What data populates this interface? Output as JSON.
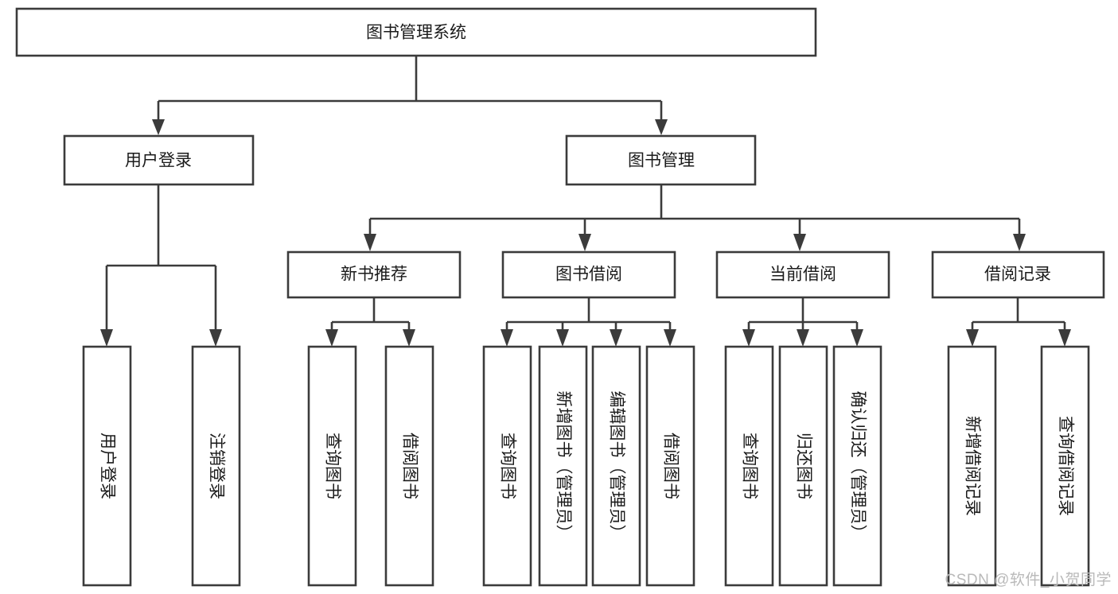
{
  "diagram": {
    "title": "图书管理系统",
    "type": "tree-hierarchy",
    "root": {
      "id": "root",
      "label": "图书管理系统"
    },
    "level2": [
      {
        "id": "user-login",
        "label": "用户登录"
      },
      {
        "id": "book-manage",
        "label": "图书管理"
      }
    ],
    "level3": [
      {
        "id": "new-book-recommend",
        "label": "新书推荐",
        "parent": "book-manage"
      },
      {
        "id": "book-borrow",
        "label": "图书借阅",
        "parent": "book-manage"
      },
      {
        "id": "current-borrow",
        "label": "当前借阅",
        "parent": "book-manage"
      },
      {
        "id": "borrow-record",
        "label": "借阅记录",
        "parent": "book-manage"
      }
    ],
    "leaves": [
      {
        "id": "leaf-user-login",
        "label": "用户登录",
        "parent": "user-login"
      },
      {
        "id": "leaf-user-logout",
        "label": "注销登录",
        "parent": "user-login"
      },
      {
        "id": "leaf-query-book-1",
        "label": "查询图书",
        "parent": "new-book-recommend"
      },
      {
        "id": "leaf-borrow-book-1",
        "label": "借阅图书",
        "parent": "new-book-recommend"
      },
      {
        "id": "leaf-query-book-2",
        "label": "查询图书",
        "parent": "book-borrow"
      },
      {
        "id": "leaf-add-book",
        "label": "新增图书（管理员）",
        "parent": "book-borrow"
      },
      {
        "id": "leaf-edit-book",
        "label": "编辑图书（管理员）",
        "parent": "book-borrow"
      },
      {
        "id": "leaf-borrow-book-2",
        "label": "借阅图书",
        "parent": "book-borrow"
      },
      {
        "id": "leaf-query-book-3",
        "label": "查询图书",
        "parent": "current-borrow"
      },
      {
        "id": "leaf-return-book",
        "label": "归还图书",
        "parent": "current-borrow"
      },
      {
        "id": "leaf-confirm-return",
        "label": "确认归还（管理员）",
        "parent": "current-borrow"
      },
      {
        "id": "leaf-add-record",
        "label": "新增借阅记录",
        "parent": "borrow-record"
      },
      {
        "id": "leaf-query-record",
        "label": "查询借阅记录",
        "parent": "borrow-record"
      }
    ],
    "colors": {
      "stroke": "#3b3b3b",
      "box_fill": "#ffffff",
      "text": "#1b1b1b",
      "background": "#ffffff",
      "watermark": "#b9b9b9"
    }
  },
  "watermark": {
    "text": "CSDN @软件_小贺同学"
  }
}
